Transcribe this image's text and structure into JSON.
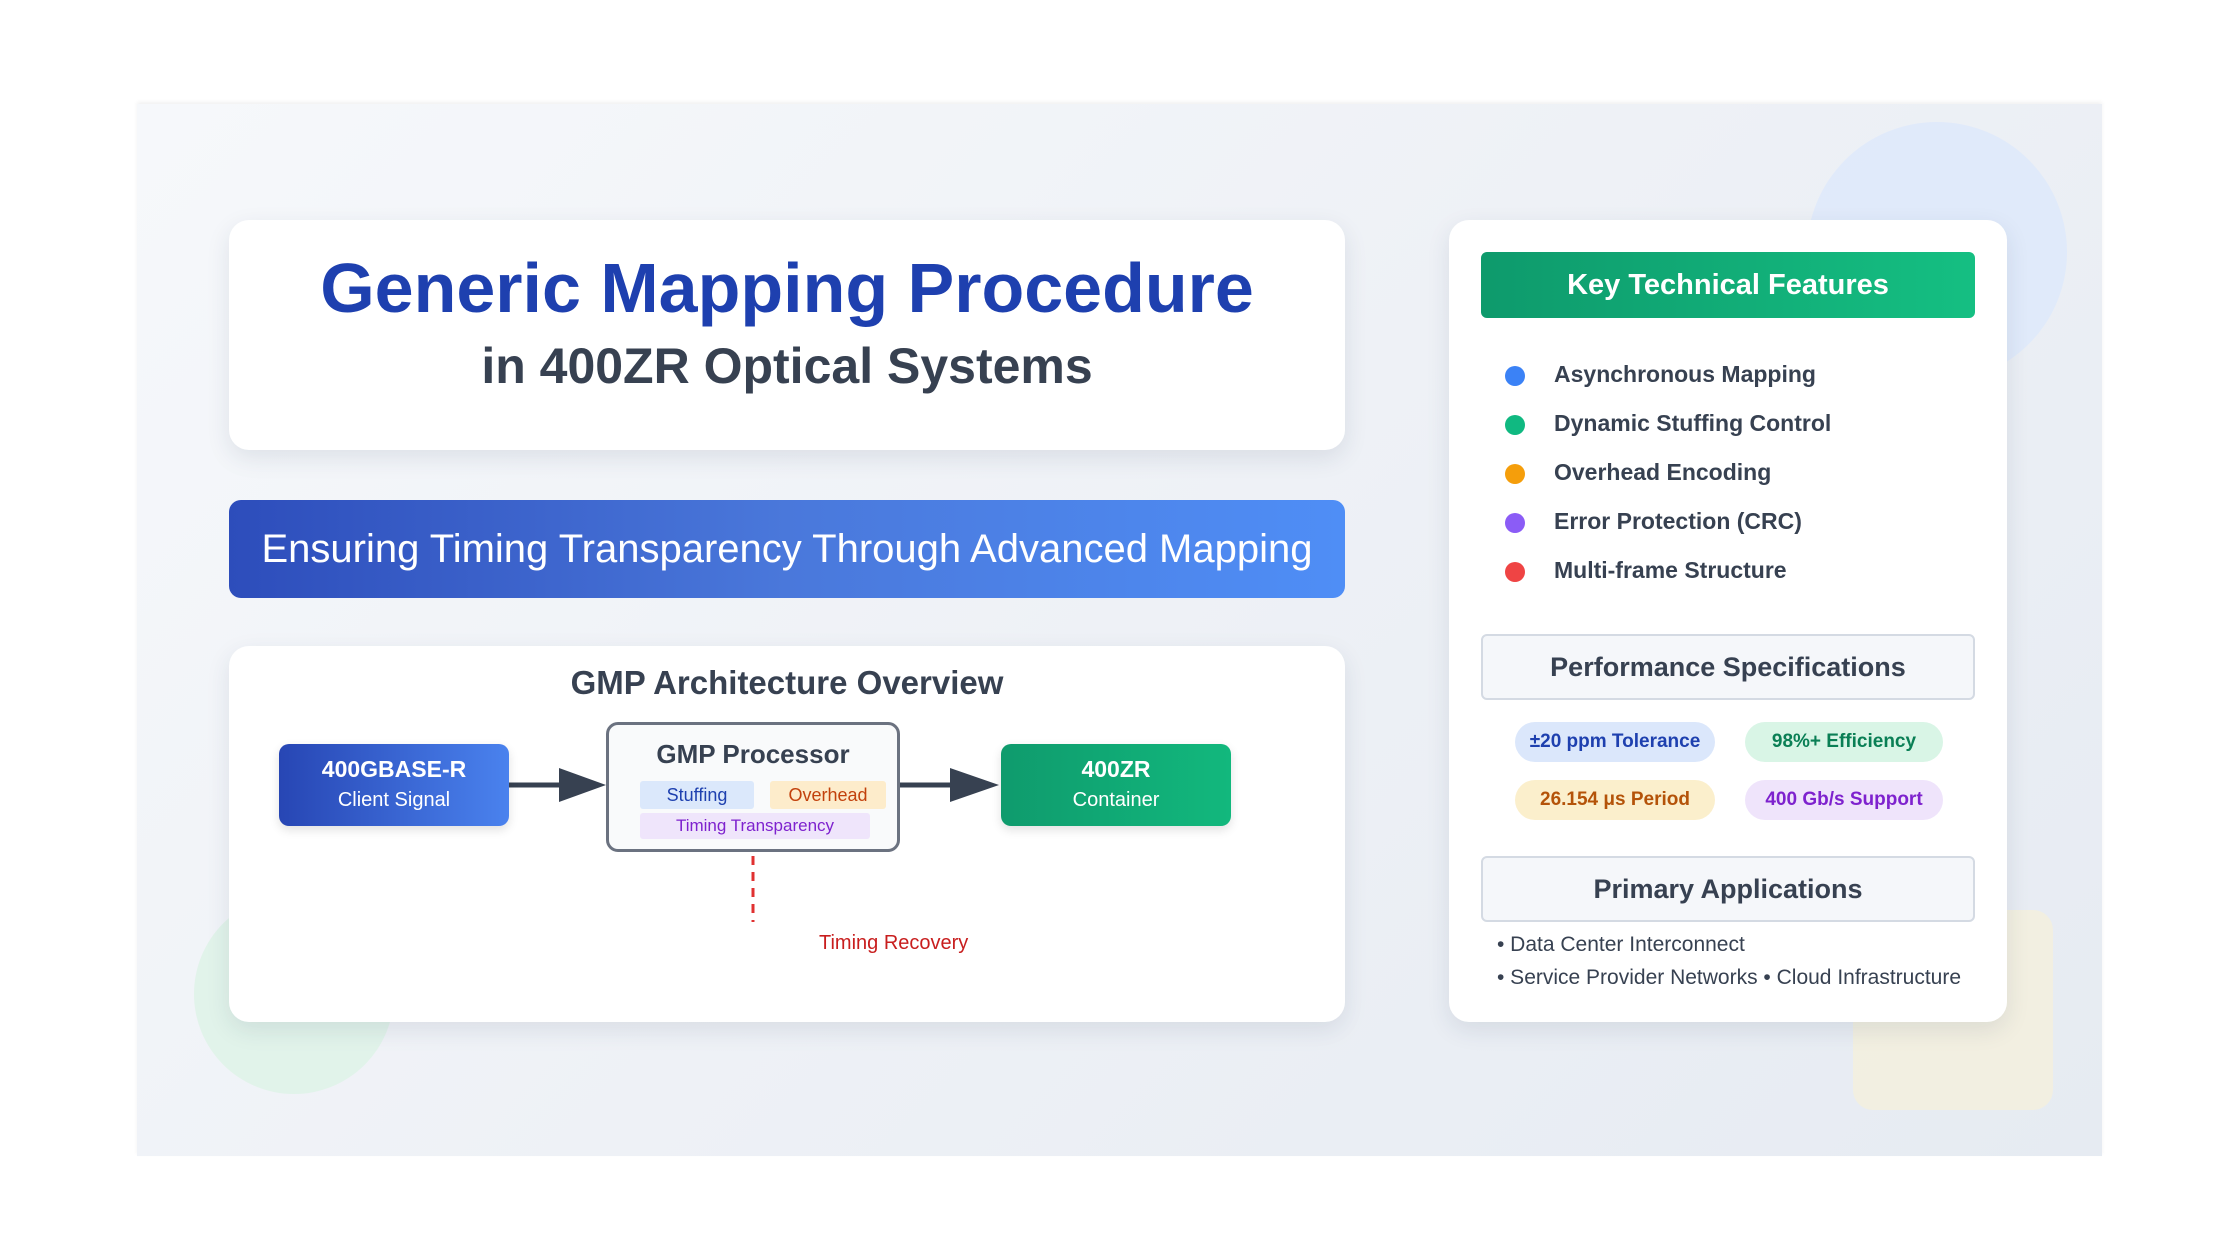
{
  "title": {
    "main": "Generic Mapping Procedure",
    "sub": "in 400ZR Optical Systems"
  },
  "banner": "Ensuring Timing Transparency Through Advanced Mapping",
  "architecture": {
    "title": "GMP Architecture Overview",
    "client": {
      "title": "400GBASE-R",
      "subtitle": "Client Signal",
      "color": "#2746b4"
    },
    "processor": {
      "title": "GMP Processor",
      "chips": {
        "stuffing": "Stuffing",
        "overhead": "Overhead",
        "timing": "Timing Transparency"
      }
    },
    "container": {
      "title": "400ZR",
      "subtitle": "Container",
      "color": "#0f9b6d"
    },
    "timing_recovery": "Timing Recovery"
  },
  "features": {
    "header": "Key Technical Features",
    "items": [
      {
        "label": "Asynchronous Mapping",
        "color": "#3b82f6"
      },
      {
        "label": "Dynamic Stuffing Control",
        "color": "#10b981"
      },
      {
        "label": "Overhead Encoding",
        "color": "#f59e0b"
      },
      {
        "label": "Error Protection (CRC)",
        "color": "#8b5cf6"
      },
      {
        "label": "Multi-frame Structure",
        "color": "#ef4444"
      }
    ]
  },
  "performance": {
    "header": "Performance Specifications",
    "pills": {
      "tolerance": "±20 ppm Tolerance",
      "efficiency": "98%+ Efficiency",
      "period": "26.154 μs Period",
      "support": "400 Gb/s Support"
    }
  },
  "applications": {
    "header": "Primary Applications",
    "line1": "• Data Center Interconnect",
    "line2": "• Service Provider Networks • Cloud Infrastructure"
  }
}
